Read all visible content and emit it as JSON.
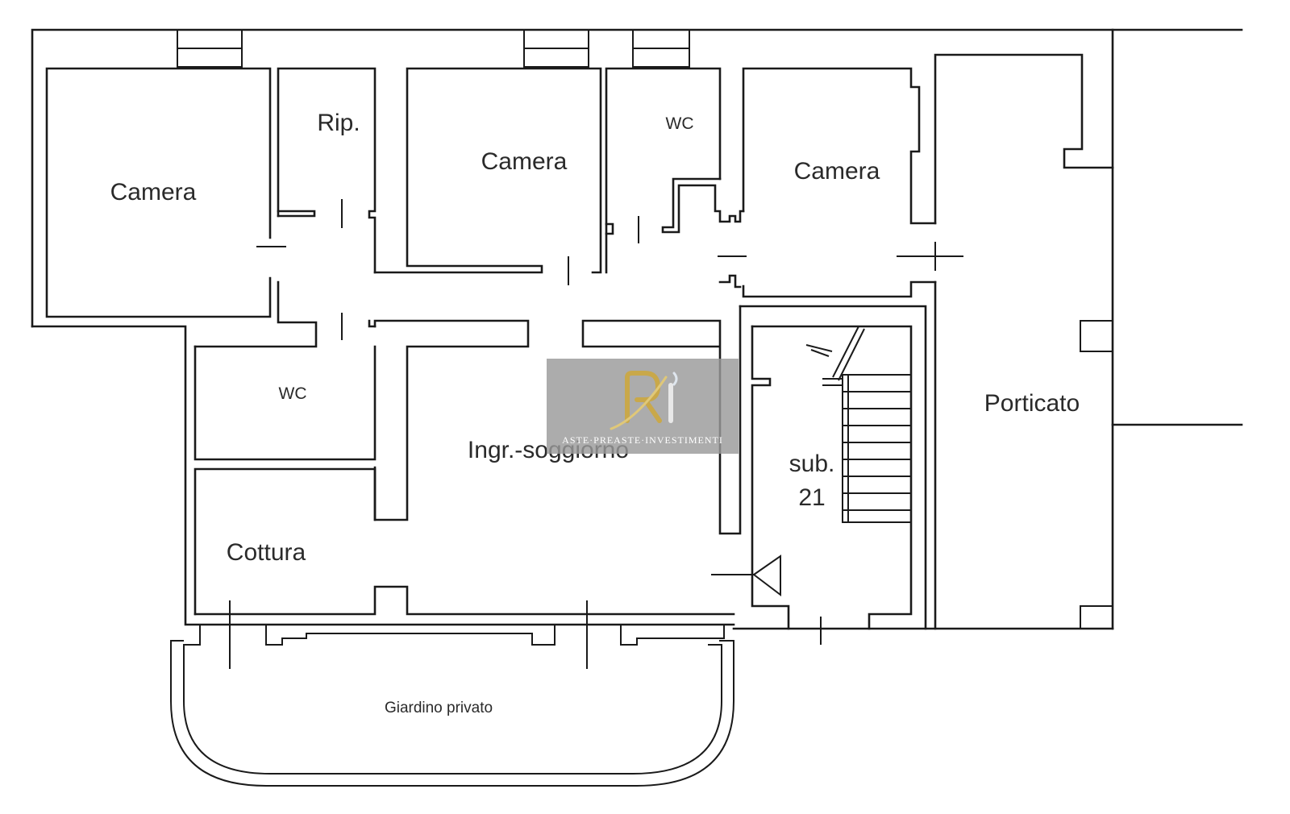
{
  "rooms": {
    "camera_left": "Camera",
    "ripostiglio": "Rip.",
    "camera_center": "Camera",
    "wc_top": "WC",
    "camera_right": "Camera",
    "wc_left": "WC",
    "ingresso_soggiorno": "Ingr.-soggiorno",
    "sub_line1": "sub.",
    "sub_line2": "21",
    "porticato": "Porticato",
    "cottura": "Cottura",
    "giardino": "Giardino privato"
  },
  "watermark": {
    "monogram": "PRI",
    "tagline": "ASTE·PREASTE·INVESTIMENTI",
    "colors": {
      "panel": "#9a9a9a",
      "gold": "#c9a84a",
      "text": "#ffffff"
    }
  },
  "colors": {
    "line": "#1a1a1a",
    "background": "#ffffff"
  }
}
